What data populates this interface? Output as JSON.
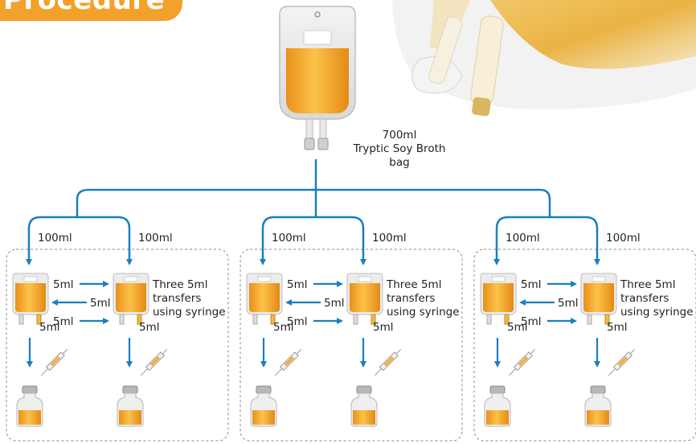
{
  "title": "Procedure",
  "source_bag": {
    "volume": "700ml",
    "name_line1": "Tryptic Soy Broth",
    "name_line2": "bag"
  },
  "split_volume": "100ml",
  "transfer_volume": "5ml",
  "transfer_note": [
    "Three 5ml",
    "transfers",
    "using syringe"
  ],
  "groups": [
    {
      "left_volume": "100ml",
      "right_volume": "100ml"
    },
    {
      "left_volume": "100ml",
      "right_volume": "100ml"
    },
    {
      "left_volume": "100ml",
      "right_volume": "100ml"
    }
  ],
  "colors": {
    "flow_line": "#1a7fc0",
    "broth": "#f0a824",
    "badge": "#f2a12a",
    "group_border": "#8a8a8a"
  }
}
